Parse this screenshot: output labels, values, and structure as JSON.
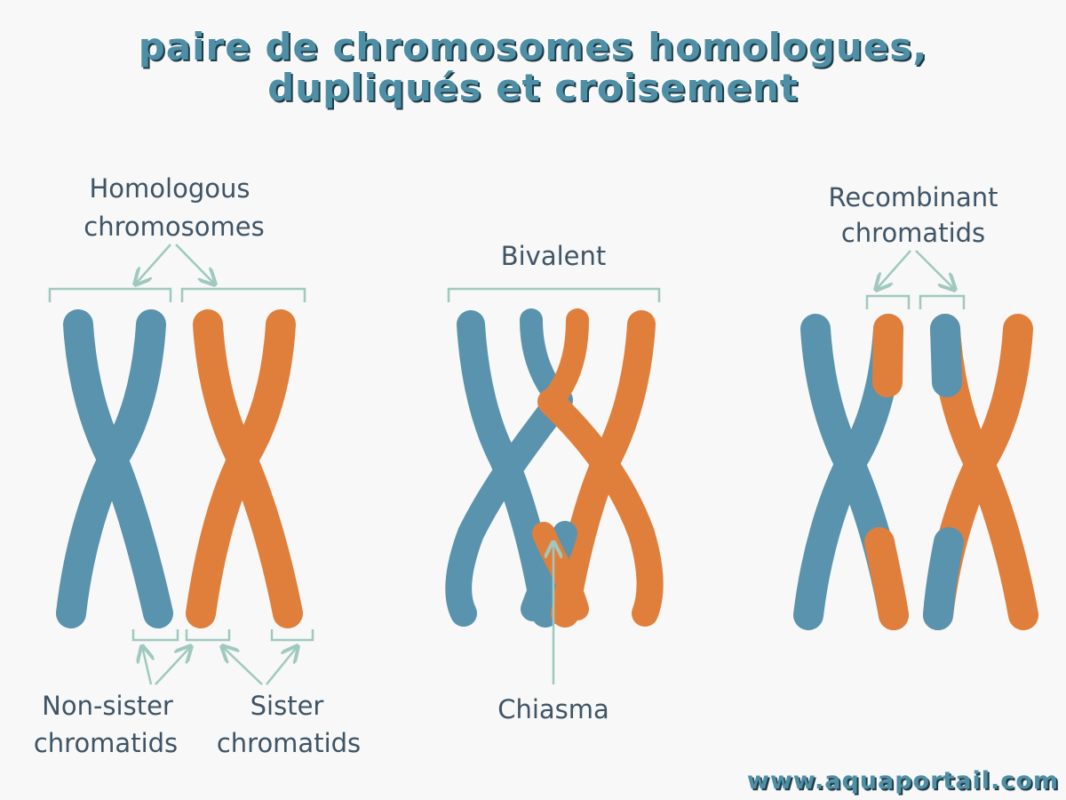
{
  "title": {
    "line1": "paire de chromosomes homologues,",
    "line2": "dupliqués et croisement"
  },
  "colors": {
    "blue": "#5a93ad",
    "orange": "#e07f3c",
    "annotation": "#9fc9bf",
    "text": "#3f5466",
    "title": "#4e8fa6"
  },
  "panel_left": {
    "label_homologous_1": "Homologous",
    "label_homologous_2": "chromosomes",
    "label_nonsister_1": "Non-sister",
    "label_nonsister_2": "chromatids",
    "label_sister_1": "Sister",
    "label_sister_2": "chromatids"
  },
  "panel_middle": {
    "label_bivalent": "Bivalent",
    "label_chiasma": "Chiasma"
  },
  "panel_right": {
    "label_recombinant_1": "Recombinant",
    "label_recombinant_2": "chromatids"
  },
  "watermark": "www.aquaportail.com"
}
